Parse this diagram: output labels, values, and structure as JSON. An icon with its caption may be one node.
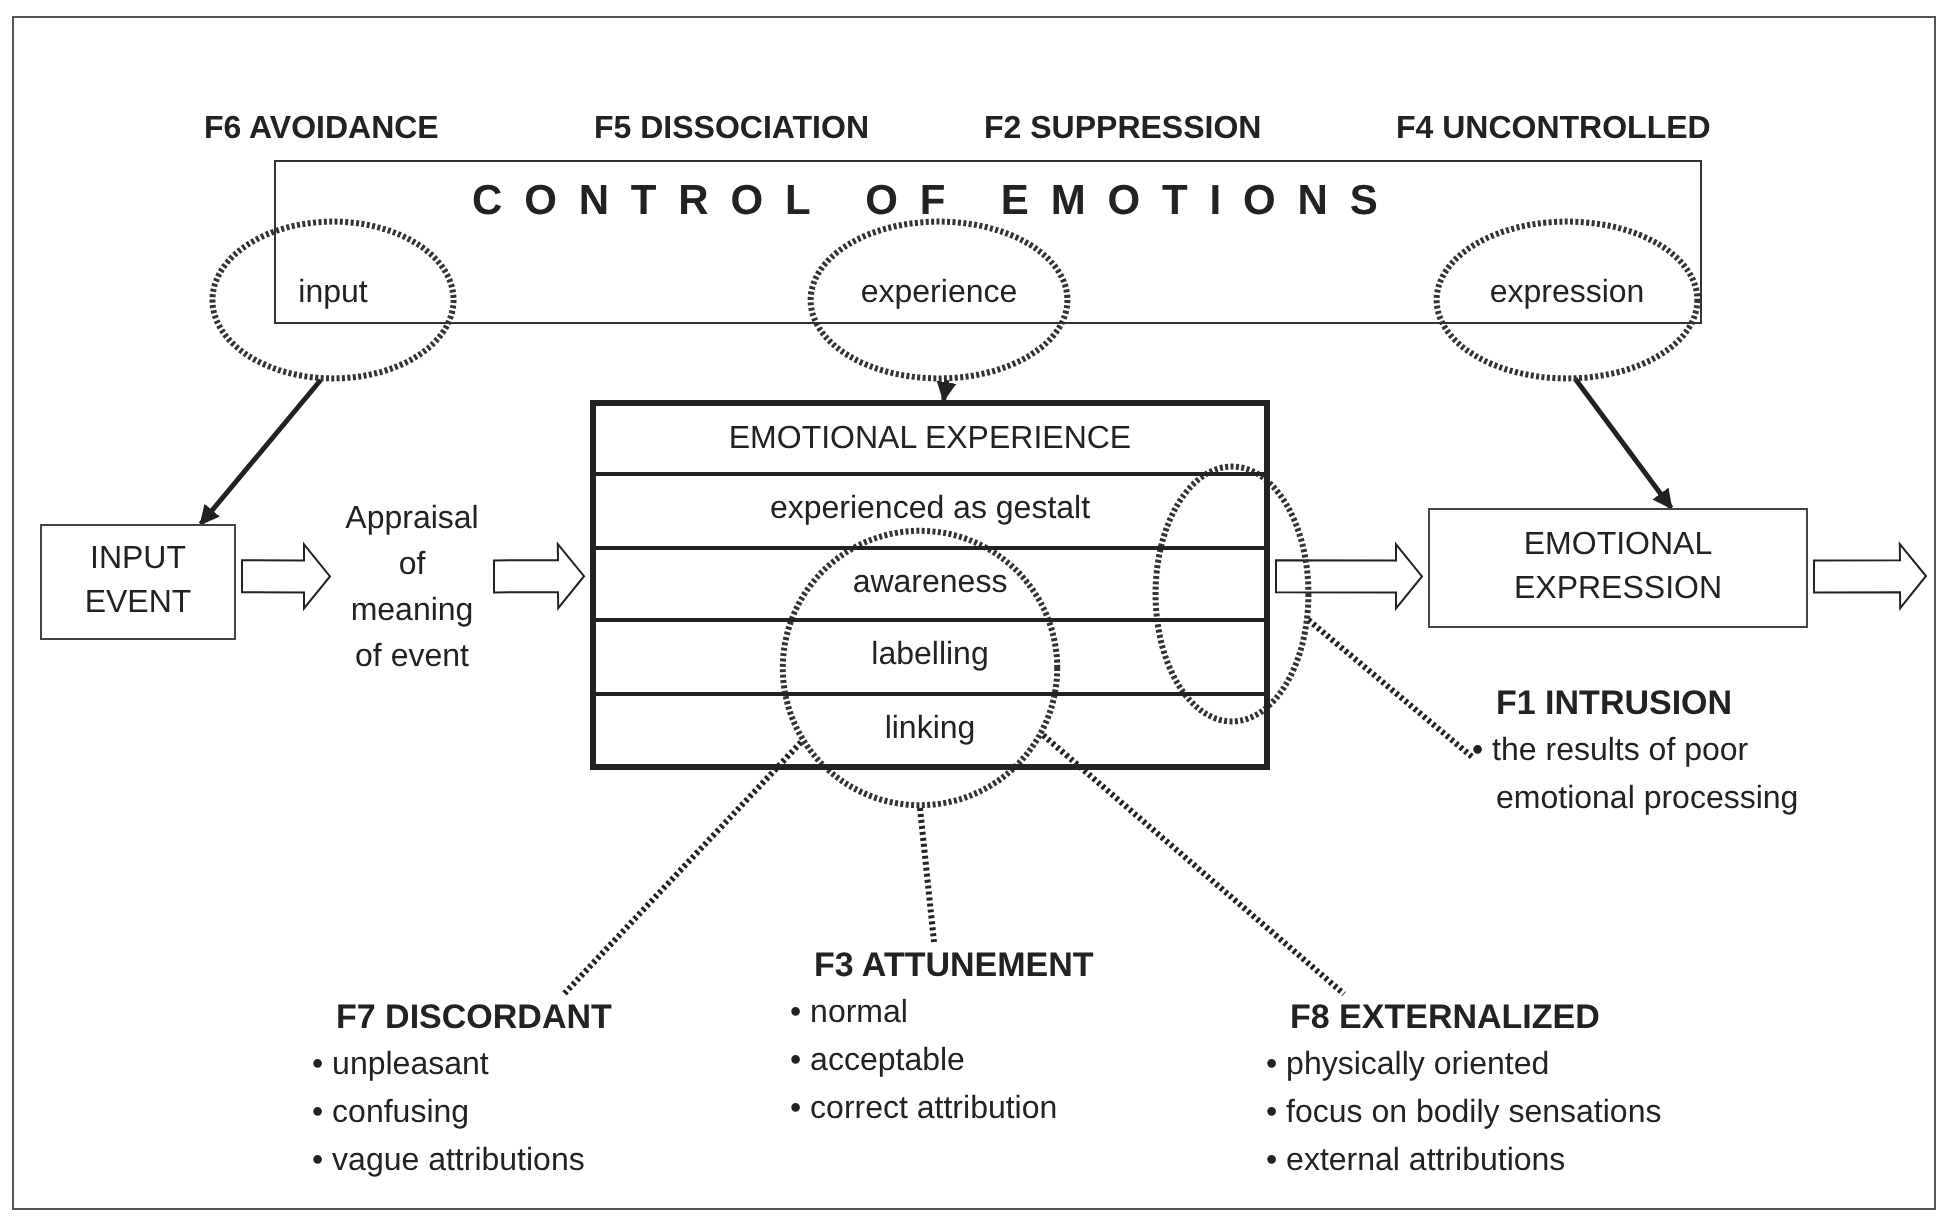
{
  "diagram": {
    "nodes": [
      {
        "text": [
          "CONTROL OF EMOTIONS"
        ]
      },
      {
        "text": [
          "input"
        ]
      },
      {
        "text": [
          "experience"
        ]
      },
      {
        "text": [
          "expression"
        ]
      },
      {
        "text": [
          "INPUT EVENT"
        ]
      },
      {
        "text": [
          "Appraisal of meaning of event"
        ]
      },
      {
        "text": [
          "EMOTIONAL EXPERIENCE"
        ]
      },
      {
        "text": [
          "experienced as gestalt"
        ],
        "in": 6
      },
      {
        "text": [
          "awareness"
        ],
        "in": 6
      },
      {
        "text": [
          "labelling"
        ],
        "in": 6
      },
      {
        "text": [
          "linking"
        ],
        "in": 6
      },
      {
        "text": [],
        "shape": "circle"
      },
      {
        "text": [],
        "shape": "ellipse"
      },
      {
        "text": [
          "EMOTIONAL EXPRESSION"
        ]
      },
      {
        "text": [
          "F1 INTRUSION",
          "• the results of poor emotional processing"
        ]
      },
      {
        "text": [
          "F7 DISCORDANT",
          "• unpleasant",
          "• confusing",
          "• vague attributions"
        ]
      },
      {
        "text": [
          "F3 ATTUNEMENT",
          "• normal",
          "• acceptable",
          "• correct attribution"
        ]
      },
      {
        "text": [
          "F8 EXTERNALIZED",
          "• physically oriented",
          "• focus on bodily sensations",
          "• external attributions"
        ]
      }
    ],
    "edges": [
      {
        "from": 1,
        "to": 4,
        "arrow": "to"
      },
      {
        "from": 2,
        "to": 6,
        "arrow": "to"
      },
      {
        "from": 3,
        "to": 13,
        "arrow": "to"
      },
      {
        "from": 4,
        "to": 5,
        "arrow": "to",
        "style": "thick"
      },
      {
        "from": 5,
        "to": 6,
        "arrow": "to",
        "style": "thick"
      },
      {
        "from": 6,
        "to": 13,
        "arrow": "to",
        "style": "thick"
      },
      {
        "from": 13,
        "to": null,
        "arrow": "to",
        "style": "thick"
      },
      {
        "from": 12,
        "to": 14,
        "arrow": "none",
        "style": "dashed"
      },
      {
        "from": 11,
        "to": 15,
        "arrow": "none",
        "style": "dashed"
      },
      {
        "from": 11,
        "to": 16,
        "arrow": "none",
        "style": "dashed"
      },
      {
        "from": 11,
        "to": 17,
        "arrow": "none",
        "style": "dashed"
      }
    ],
    "labels": [
      "F6 AVOIDANCE",
      "F5 DISSOCIATION",
      "F2 SUPPRESSION",
      "F4 UNCONTROLLED"
    ]
  }
}
